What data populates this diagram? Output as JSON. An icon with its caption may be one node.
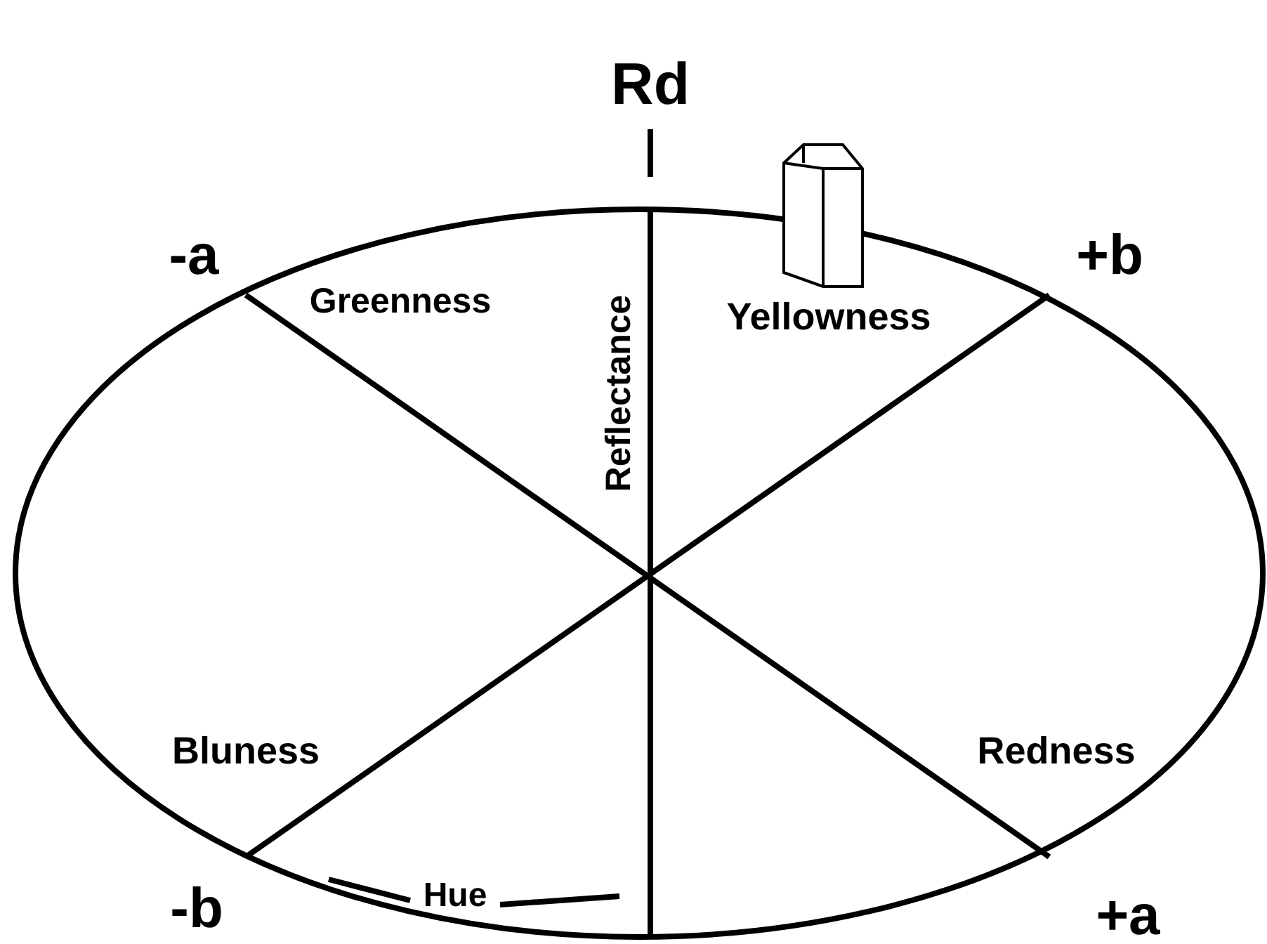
{
  "diagram": {
    "labels": [
      "Rd",
      "-a",
      "+b",
      "Greenness",
      "Reflectance",
      "Yellowness",
      "Bluness",
      "Redness",
      "-b",
      "Hue",
      "+a"
    ]
  }
}
